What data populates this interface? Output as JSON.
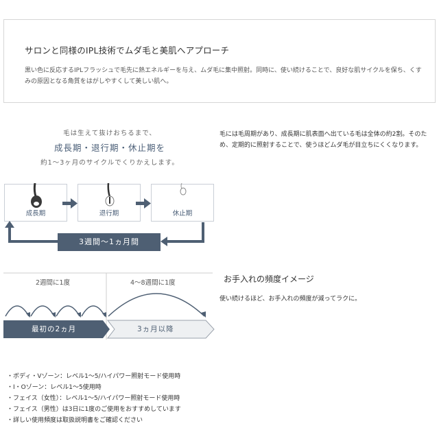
{
  "intro": {
    "title": "サロンと同様のIPL技術でムダ毛と美肌へアプローチ",
    "body": "黒い色に反応するIPLフラッシュで毛先に熱エネルギーを与え、ムダ毛に集中照射。同時に、使い続けることで、良好な肌サイクルを保ち、くすみの原因となる角質をはがしやすくして美しい肌へ。"
  },
  "cycle": {
    "caption_line1": "毛は生えて抜けおちるまで、",
    "caption_line2": "成長期・退行期・休止期を",
    "caption_line3": "約1～3ヶ月のサイクルでくりかえします。",
    "phases": [
      "成長期",
      "退行期",
      "休止期"
    ],
    "period": "3週間～1ヵ月間",
    "text": "毛には毛周期があり、成長期に肌表面へ出ている毛は全体の約2割。そのため、定期的に照射することで、使うほどムダ毛が目立ちにくくなります。"
  },
  "frequency": {
    "title": "お手入れの頻度イメージ",
    "description": "使い続けるほど、お手入れの頻度が減ってラクに。",
    "early_label": "2週間に1度",
    "later_label": "4～8週間に1度",
    "early_period": "最初の2ヵ月",
    "later_period": "3ヵ月以降"
  },
  "notes": [
    "・ボディ・Vゾーン：レベル1～5/ハイパワー照射モード使用時",
    "・I・Oゾーン：レベル1～5使用時",
    "・フェイス（女性）：レベル1～5/ハイパワー照射モード使用時",
    "・フェイス（男性）は3日に1度のご使用をおすすめしています",
    "・詳しい使用頻度は取扱説明書をご確認ください"
  ],
  "colors": {
    "accent": "#4e5f73",
    "light_bar": "#eef0f2",
    "border": "#c9ced6"
  }
}
